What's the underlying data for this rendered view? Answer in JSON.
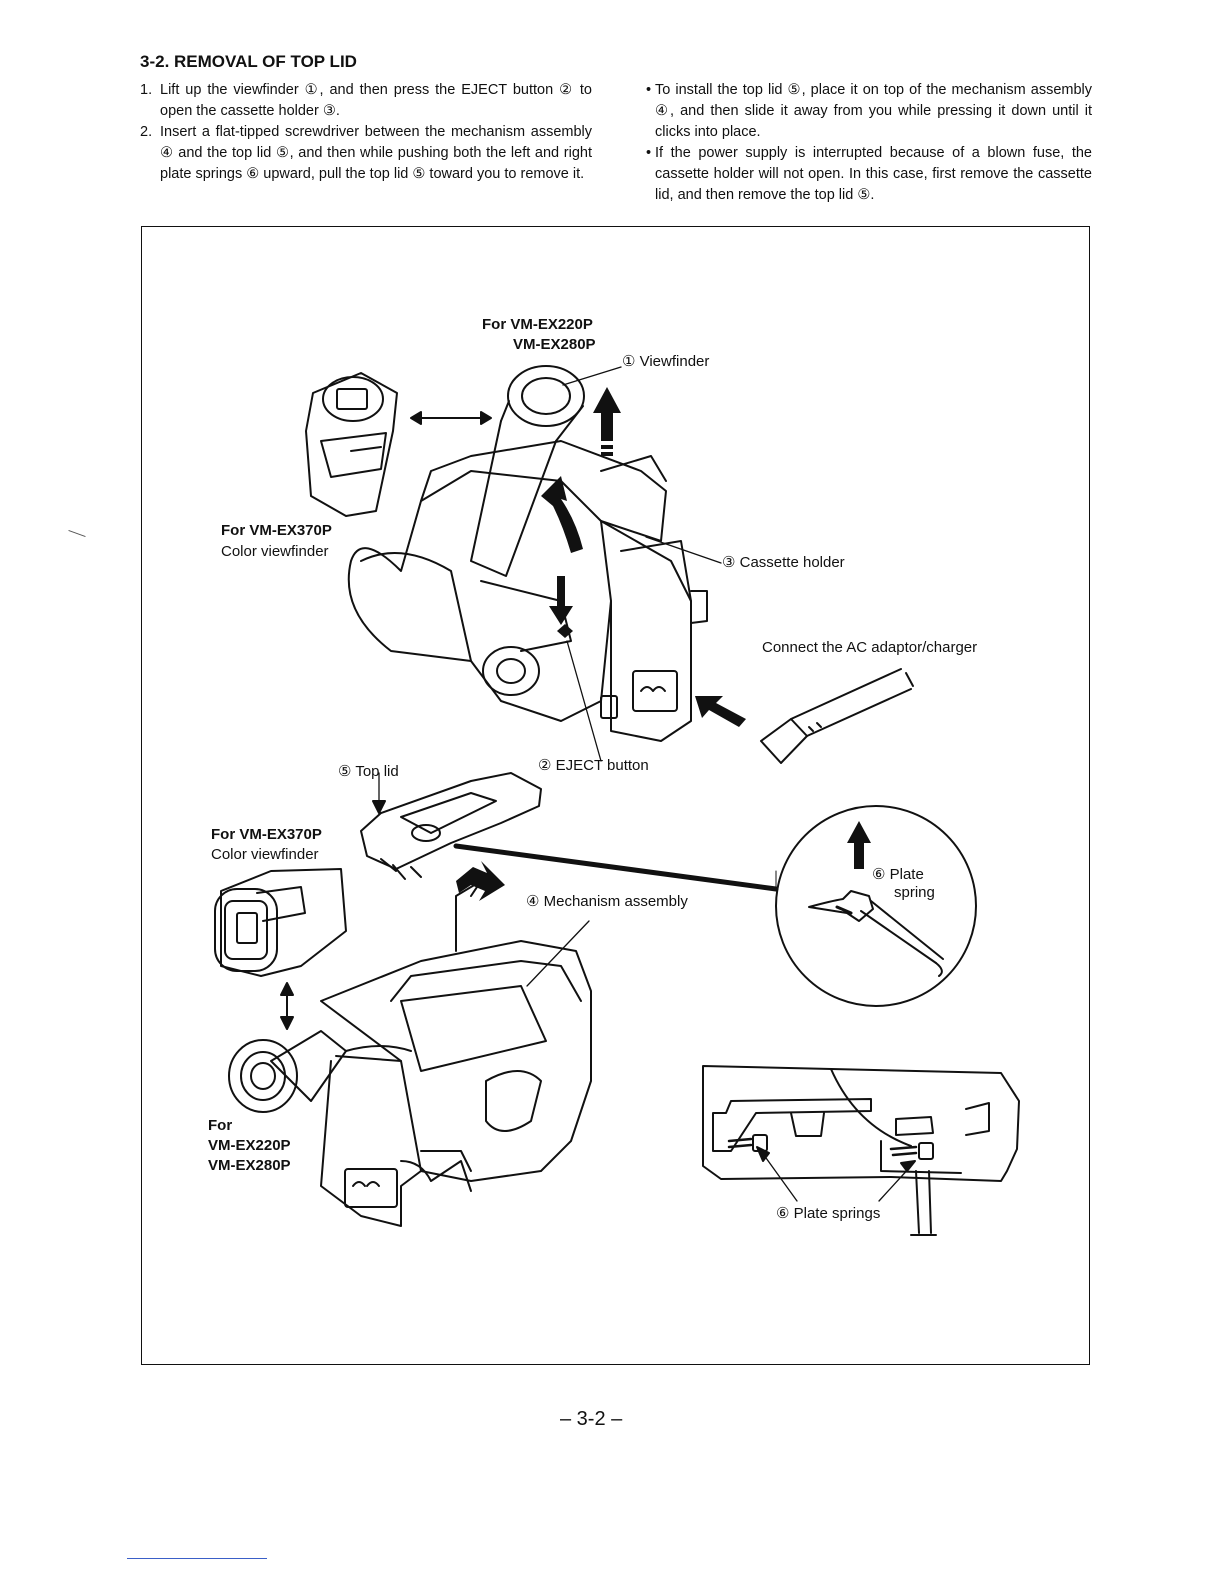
{
  "section": {
    "title": "3-2. REMOVAL OF TOP LID"
  },
  "steps": [
    {
      "number": "1.",
      "text": "Lift up the viewfinder ①, and then press the EJECT button ② to open the cassette holder ③."
    },
    {
      "number": "2.",
      "text": "Insert a flat-tipped screwdriver between the mechanism assembly ④ and the top lid ⑤, and then while pushing both the left and right plate springs ⑥ upward, pull the top lid ⑤ toward you to remove it."
    }
  ],
  "notes": [
    "To install the top lid ⑤, place it on top of the mechanism assembly ④, and then slide it away from you while pressing it down until it clicks into place.",
    "If the power supply is interrupted because of a blown fuse, the cassette holder will not open. In this case, first remove the cassette lid, and then remove the top lid ⑤."
  ],
  "figure": {
    "labels": {
      "model_top_line1": "For VM-EX220P",
      "model_top_line2": "VM-EX280P",
      "viewfinder": "① Viewfinder",
      "ex370_upper_model": "For VM-EX370P",
      "ex370_upper_desc": "Color viewfinder",
      "cassette_holder": "③ Cassette holder",
      "ac_adaptor": "Connect the AC adaptor/charger",
      "top_lid": "⑤ Top lid",
      "eject_button": "② EJECT button",
      "ex370_lower_model": "For VM-EX370P",
      "ex370_lower_desc": "Color viewfinder",
      "mechanism": "④ Mechanism assembly",
      "plate_spring_line1": "⑥ Plate",
      "plate_spring_line2": "spring",
      "ex220_lower_line1": "For",
      "ex220_lower_line2": "VM-EX220P",
      "ex220_lower_line3": "VM-EX280P",
      "plate_springs": "⑥ Plate springs"
    }
  },
  "footer": {
    "page_number": "– 3-2 –"
  }
}
